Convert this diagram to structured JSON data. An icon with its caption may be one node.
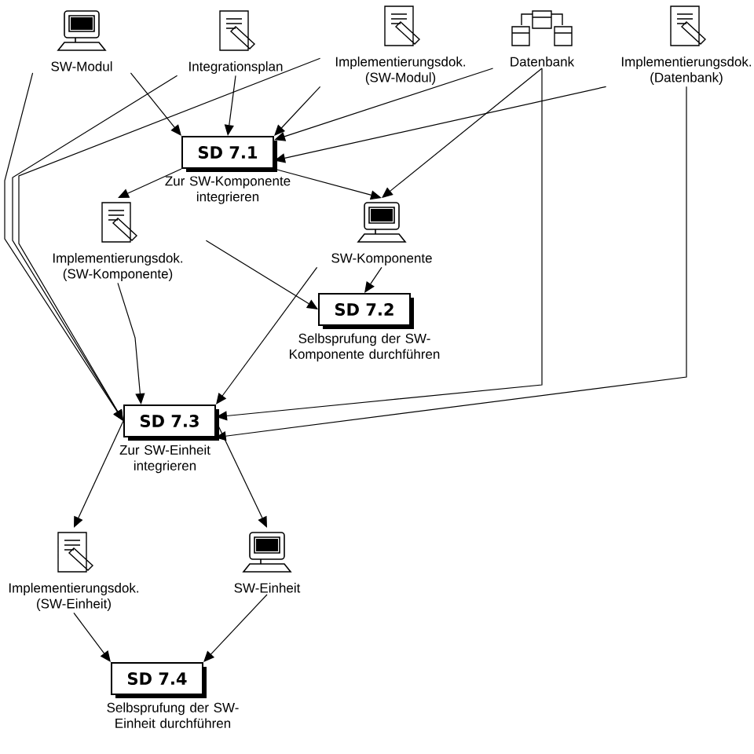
{
  "diagram": {
    "nodes": [
      {
        "text": [
          "SW-Modul"
        ]
      },
      {
        "text": [
          "Integrationsplan"
        ]
      },
      {
        "text": [
          "Implementierungsdok. (SW-Modul)"
        ]
      },
      {
        "text": [
          "Datenbank"
        ]
      },
      {
        "text": [
          "Implementierungsdok. (Datenbank)"
        ]
      },
      {
        "text": [
          "SD 7.1"
        ],
        "beside": [
          "Zur SW-Komponente integrieren"
        ]
      },
      {
        "text": [
          "Implementierungsdok. (SW-Komponente)"
        ]
      },
      {
        "text": [
          "SW-Komponente"
        ]
      },
      {
        "text": [
          "SD 7.2"
        ],
        "beside": [
          "Selbsprufung der SW-Komponente durchführen"
        ]
      },
      {
        "text": [
          "SD 7.3"
        ],
        "beside": [
          "Zur SW-Einheit integrieren"
        ]
      },
      {
        "text": [
          "Implementierungsdok. (SW-Einheit)"
        ]
      },
      {
        "text": [
          "SW-Einheit"
        ]
      },
      {
        "text": [
          "SD 7.4"
        ],
        "beside": [
          "Selbsprufung der SW-Einheit durchführen"
        ]
      }
    ],
    "edges": [
      {
        "from": 0,
        "to": 5,
        "arrow": "to"
      },
      {
        "from": 1,
        "to": 5,
        "arrow": "to"
      },
      {
        "from": 2,
        "to": 5,
        "arrow": "to"
      },
      {
        "from": 3,
        "to": 5,
        "arrow": "to"
      },
      {
        "from": 4,
        "to": 5,
        "arrow": "to"
      },
      {
        "from": 5,
        "to": 6,
        "arrow": "to"
      },
      {
        "from": 5,
        "to": 7,
        "arrow": "to"
      },
      {
        "from": 3,
        "to": 7,
        "arrow": "to"
      },
      {
        "from": 6,
        "to": 8,
        "arrow": "to"
      },
      {
        "from": 7,
        "to": 8,
        "arrow": "to"
      },
      {
        "from": 6,
        "to": 9,
        "arrow": "to"
      },
      {
        "from": 7,
        "to": 9,
        "arrow": "to"
      },
      {
        "from": 0,
        "to": 9,
        "arrow": "to"
      },
      {
        "from": 1,
        "to": 9,
        "arrow": "to"
      },
      {
        "from": 2,
        "to": 9,
        "arrow": "to"
      },
      {
        "from": 3,
        "to": 9,
        "arrow": "to"
      },
      {
        "from": 4,
        "to": 9,
        "arrow": "to"
      },
      {
        "from": 9,
        "to": 10,
        "arrow": "to"
      },
      {
        "from": 9,
        "to": 11,
        "arrow": "to"
      },
      {
        "from": 10,
        "to": 12,
        "arrow": "to"
      },
      {
        "from": 11,
        "to": 12,
        "arrow": "to"
      }
    ]
  }
}
